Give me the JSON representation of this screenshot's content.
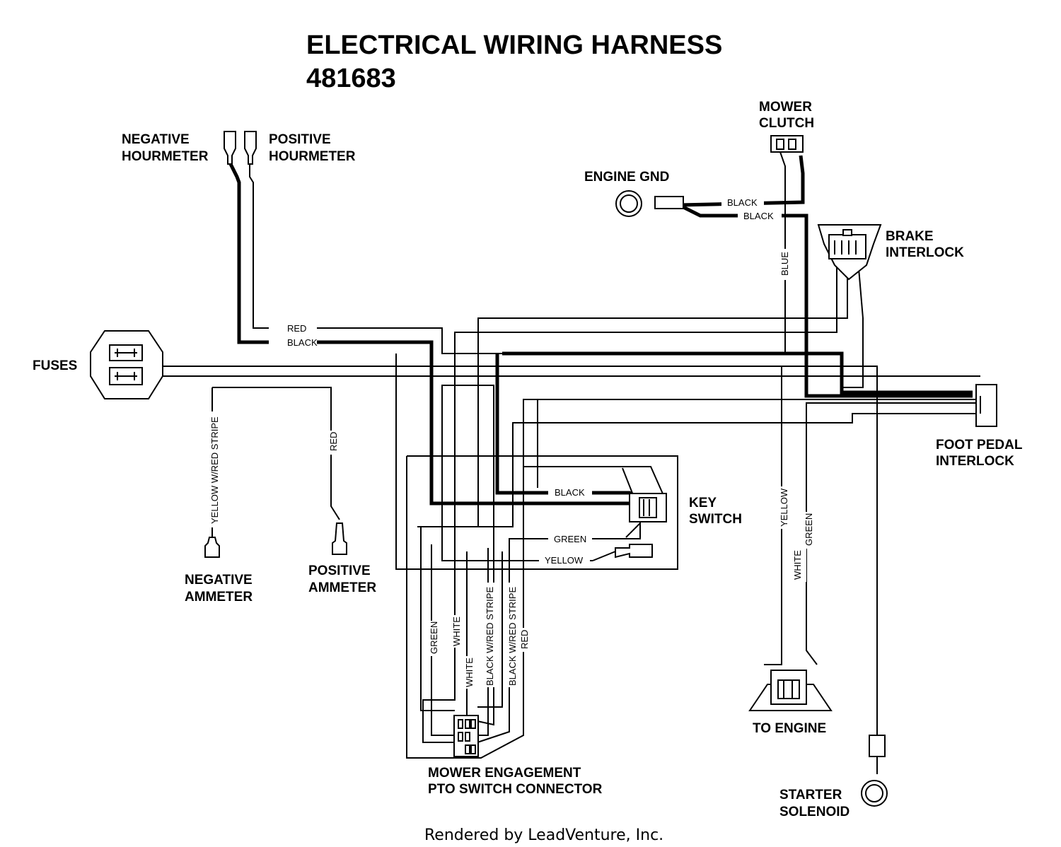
{
  "title": {
    "line1": "ELECTRICAL WIRING HARNESS",
    "line2": "481683"
  },
  "components": {
    "negative_hourmeter": [
      "NEGATIVE",
      "HOURMETER"
    ],
    "positive_hourmeter": [
      "POSITIVE",
      "HOURMETER"
    ],
    "mower_clutch": [
      "MOWER",
      "CLUTCH"
    ],
    "engine_gnd": "ENGINE GND",
    "brake_interlock": [
      "BRAKE",
      "INTERLOCK"
    ],
    "fuses": "FUSES",
    "foot_pedal_interlock": [
      "FOOT PEDAL",
      "INTERLOCK"
    ],
    "key_switch": [
      "KEY",
      "SWITCH"
    ],
    "negative_ammeter": [
      "NEGATIVE",
      "AMMETER"
    ],
    "positive_ammeter": [
      "POSITIVE",
      "AMMETER"
    ],
    "to_engine": "TO ENGINE",
    "pto_connector": [
      "MOWER ENGAGEMENT",
      "PTO SWITCH CONNECTOR"
    ],
    "starter_solenoid": [
      "STARTER",
      "SOLENOID"
    ]
  },
  "wire_labels": {
    "red_hourmeter": "RED",
    "black_hourmeter": "BLACK",
    "black_gnd_1": "BLACK",
    "black_gnd_2": "BLACK",
    "blue": "BLUE",
    "yellow_red_stripe": "YELLOW W/RED STRIPE",
    "red_ammeter": "RED",
    "black_key": "BLACK",
    "green_key": "GREEN",
    "yellow_key": "YELLOW",
    "yellow_engine": "YELLOW",
    "white_engine": "WHITE",
    "green_engine": "GREEN",
    "pto_green": "GREEN",
    "pto_white_1": "WHITE",
    "pto_white_2": "WHITE",
    "pto_black_red_1": "BLACK W/RED STRIPE",
    "pto_black_red_2": "BLACK W/RED STRIPE",
    "pto_red": "RED"
  },
  "footer": "Rendered by LeadVenture, Inc."
}
